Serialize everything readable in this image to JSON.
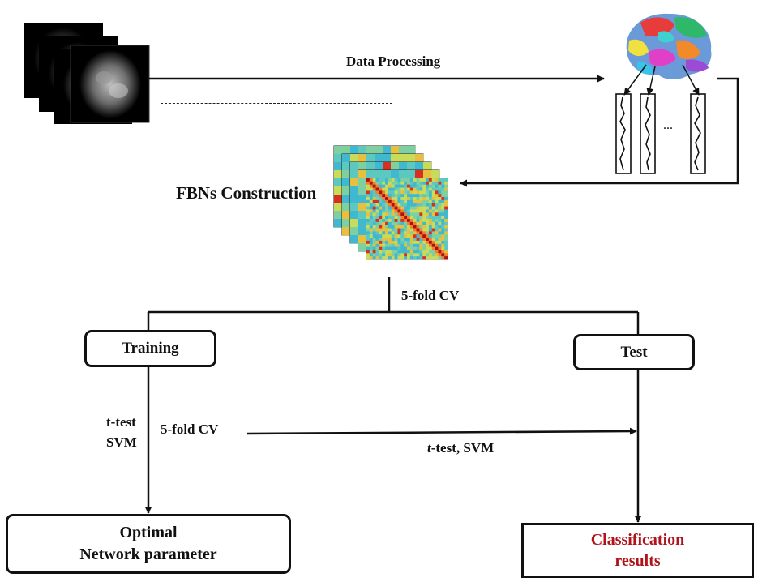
{
  "labels": {
    "data_processing": "Data Processing",
    "fbns_construction": "FBNs Construction",
    "cv_main": "5-fold CV",
    "cv_inner": "5-fold CV",
    "ttest_line1": "t-test",
    "ttest_line2": "SVM",
    "ttest_svm_prefix": "t",
    "ttest_svm_rest": "-test, SVM",
    "ellipsis": "..."
  },
  "boxes": {
    "training": "Training",
    "test": "Test",
    "optimal_line1": "Optimal",
    "optimal_line2": "Network parameter",
    "classification_line1": "Classification",
    "classification_line2": "results"
  },
  "colors": {
    "ink": "#111111",
    "highlight": "#b0141a",
    "matrix_base": "#3fb8d0"
  },
  "icons": {
    "mri_stack": "mri-slice-stack-icon",
    "brain": "brain-parcellation-icon",
    "timeseries": "time-series-icon",
    "matrix": "connectivity-matrix-stack-icon"
  }
}
